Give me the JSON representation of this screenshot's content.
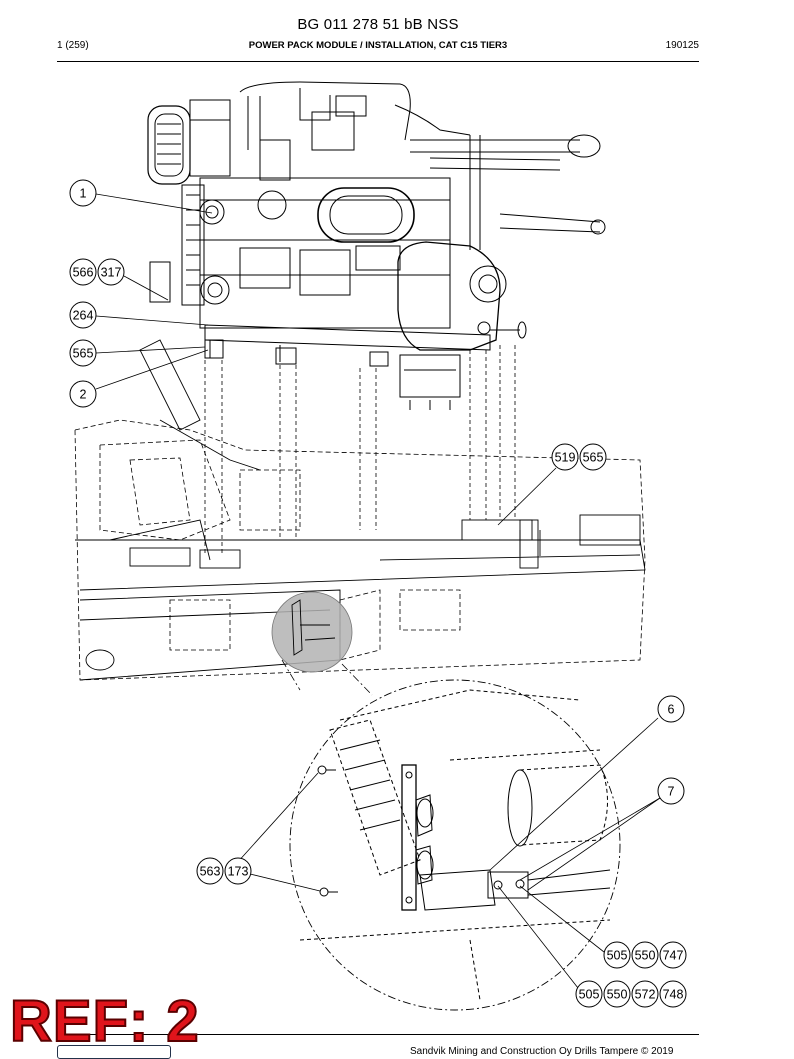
{
  "header": {
    "doc_code": "BG 011 278 51 bB NSS",
    "page": "1 (259)",
    "title": "POWER PACK MODULE / INSTALLATION, CAT C15 TIER3",
    "date": "190125"
  },
  "callouts": {
    "c1": "1",
    "c566": "566",
    "c317": "317",
    "c264": "264",
    "c565a": "565",
    "c2": "2",
    "c519": "519",
    "c565b": "565",
    "c6": "6",
    "c7": "7",
    "c563": "563",
    "c173": "173",
    "c505a": "505",
    "c550a": "550",
    "c747": "747",
    "c505b": "505",
    "c550b": "550",
    "c572": "572",
    "c748": "748"
  },
  "stamp": "REF: 2",
  "footer": {
    "text": "Sandvik Mining and Construction Oy Drills Tampere © 2019"
  }
}
